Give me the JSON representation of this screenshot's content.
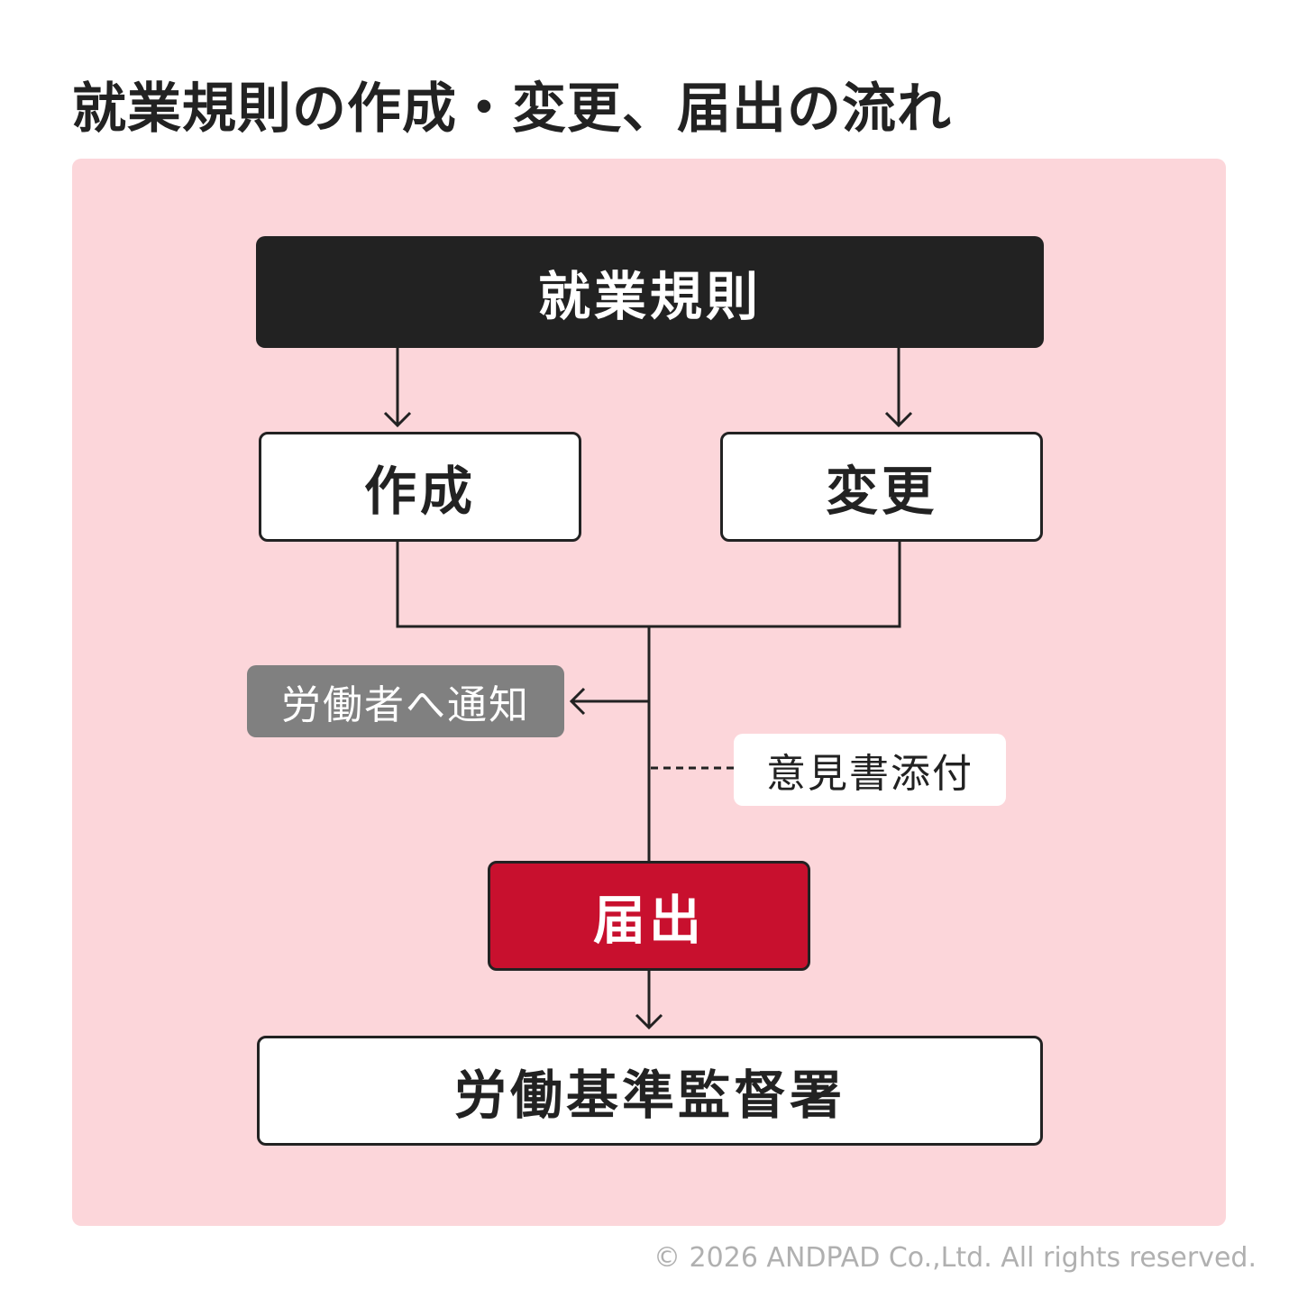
{
  "title": "就業規則の作成・変更、届出の流れ",
  "nodes": {
    "top": "就業規則",
    "create": "作成",
    "change": "変更",
    "notify": "労働者へ通知",
    "opinion": "意見書添付",
    "submit": "届出",
    "office": "労働基準監督署"
  },
  "colors": {
    "panel": "#fcd6da",
    "dark": "#222222",
    "accent": "#c8102e",
    "gray": "#808080"
  },
  "footer": "© 2026 ANDPAD Co.,Ltd. All rights reserved."
}
